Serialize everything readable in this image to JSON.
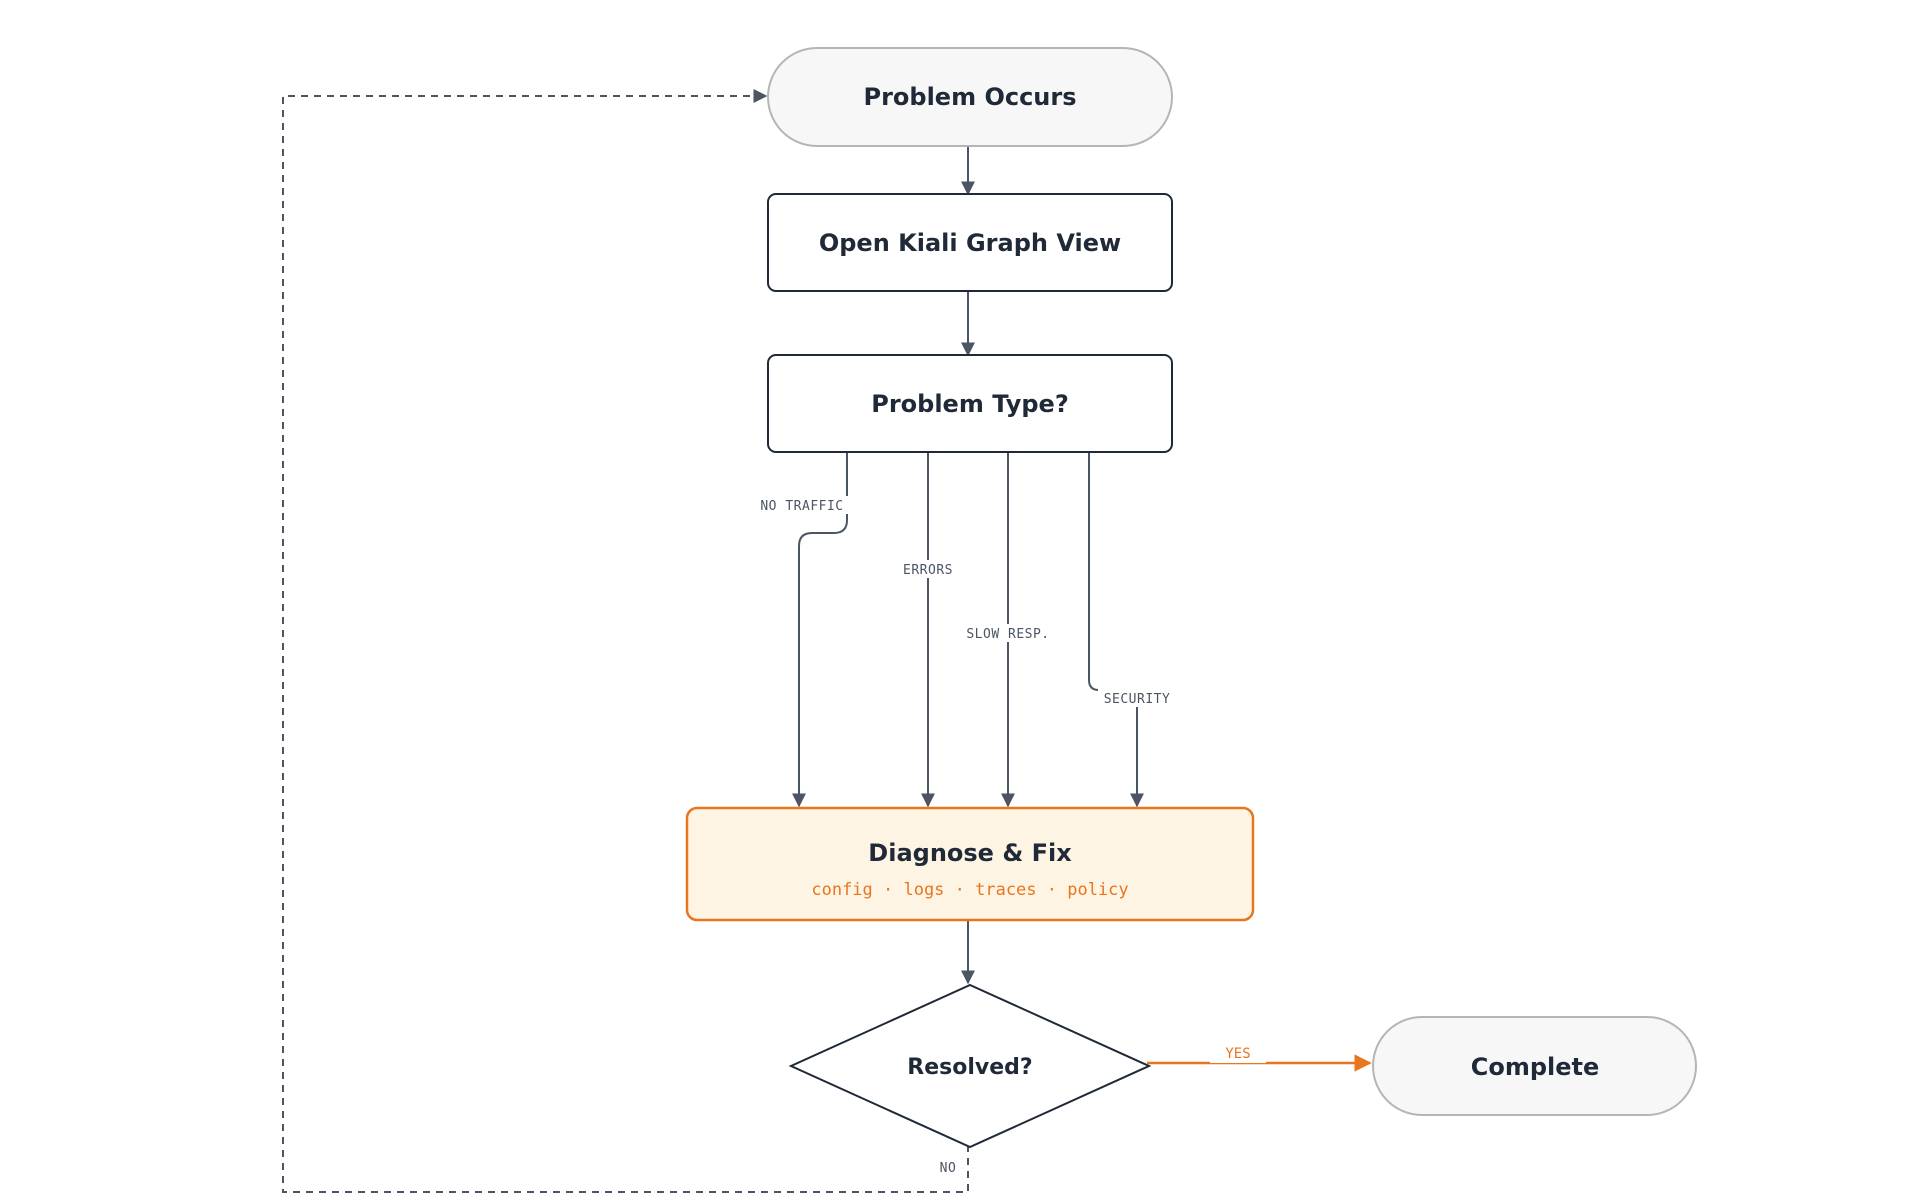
{
  "colors": {
    "ink": "#1f2937",
    "edge": "#4b5563",
    "terminal_fill": "#f7f7f7",
    "terminal_stroke": "#b5b5b5",
    "accent": "#e8761e",
    "accent_fill": "#fef4e4"
  },
  "nodes": {
    "problem_occurs": "Problem Occurs",
    "open_graph": "Open Kiali Graph View",
    "problem_type": "Problem Type?",
    "diagnose": "Diagnose & Fix",
    "diagnose_sub": "config · logs · traces · policy",
    "resolved": "Resolved?",
    "complete": "Complete"
  },
  "edges": {
    "no_traffic": "NO TRAFFIC",
    "errors": "ERRORS",
    "slow": "SLOW RESP.",
    "security": "SECURITY",
    "yes": "YES",
    "no": "NO"
  }
}
